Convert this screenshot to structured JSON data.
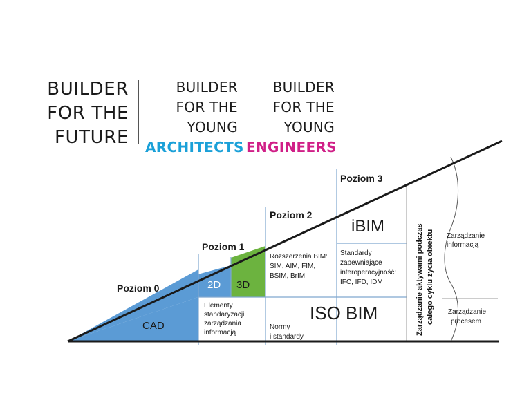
{
  "logos": {
    "main": {
      "lines": [
        "BUILDER",
        "FOR THE",
        "FUTURE"
      ]
    },
    "architects": {
      "lines": [
        "BUILDER",
        "FOR THE",
        "YOUNG"
      ],
      "accent": "ARCHITECTS",
      "accent_color": "#1aa0d8"
    },
    "engineers": {
      "lines": [
        "BUILDER",
        "FOR THE",
        "YOUNG"
      ],
      "accent": "ENGINEERS",
      "accent_color": "#d01f87"
    }
  },
  "diagram": {
    "levels": {
      "p0": "Poziom 0",
      "p1": "Poziom 1",
      "p2": "Poziom 2",
      "p3": "Poziom 3"
    },
    "cells": {
      "cad": "CAD",
      "two_d": "2D",
      "three_d": "3D",
      "elementy": [
        "Elementy",
        "standaryzacji",
        "zarządzania",
        "informacją"
      ],
      "rozszerzenia": [
        "Rozszerzenia BIM:",
        "SIM, AIM, FIM,",
        "BSIM, BrIM"
      ],
      "normy": [
        "Normy",
        "i standardy"
      ],
      "ibim": "iBIM",
      "standardy": [
        "Standardy",
        "zapewniające",
        "interoperacyjność:",
        "IFC, IFD, IDM"
      ],
      "iso_bim": "ISO BIM",
      "vertical": [
        "Zarządzanie aktywami podczas",
        "całego cyklu życia obiektu"
      ],
      "zarz_info": [
        "Zarządzanie",
        "informacją"
      ],
      "zarz_proc": [
        "Zarządzanie",
        "procesem"
      ]
    },
    "colors": {
      "cad_fill": "#5b9bd5",
      "three_d_fill": "#6cb33f",
      "line": "#1a1a1a",
      "grid": "#7fa7cf"
    }
  }
}
